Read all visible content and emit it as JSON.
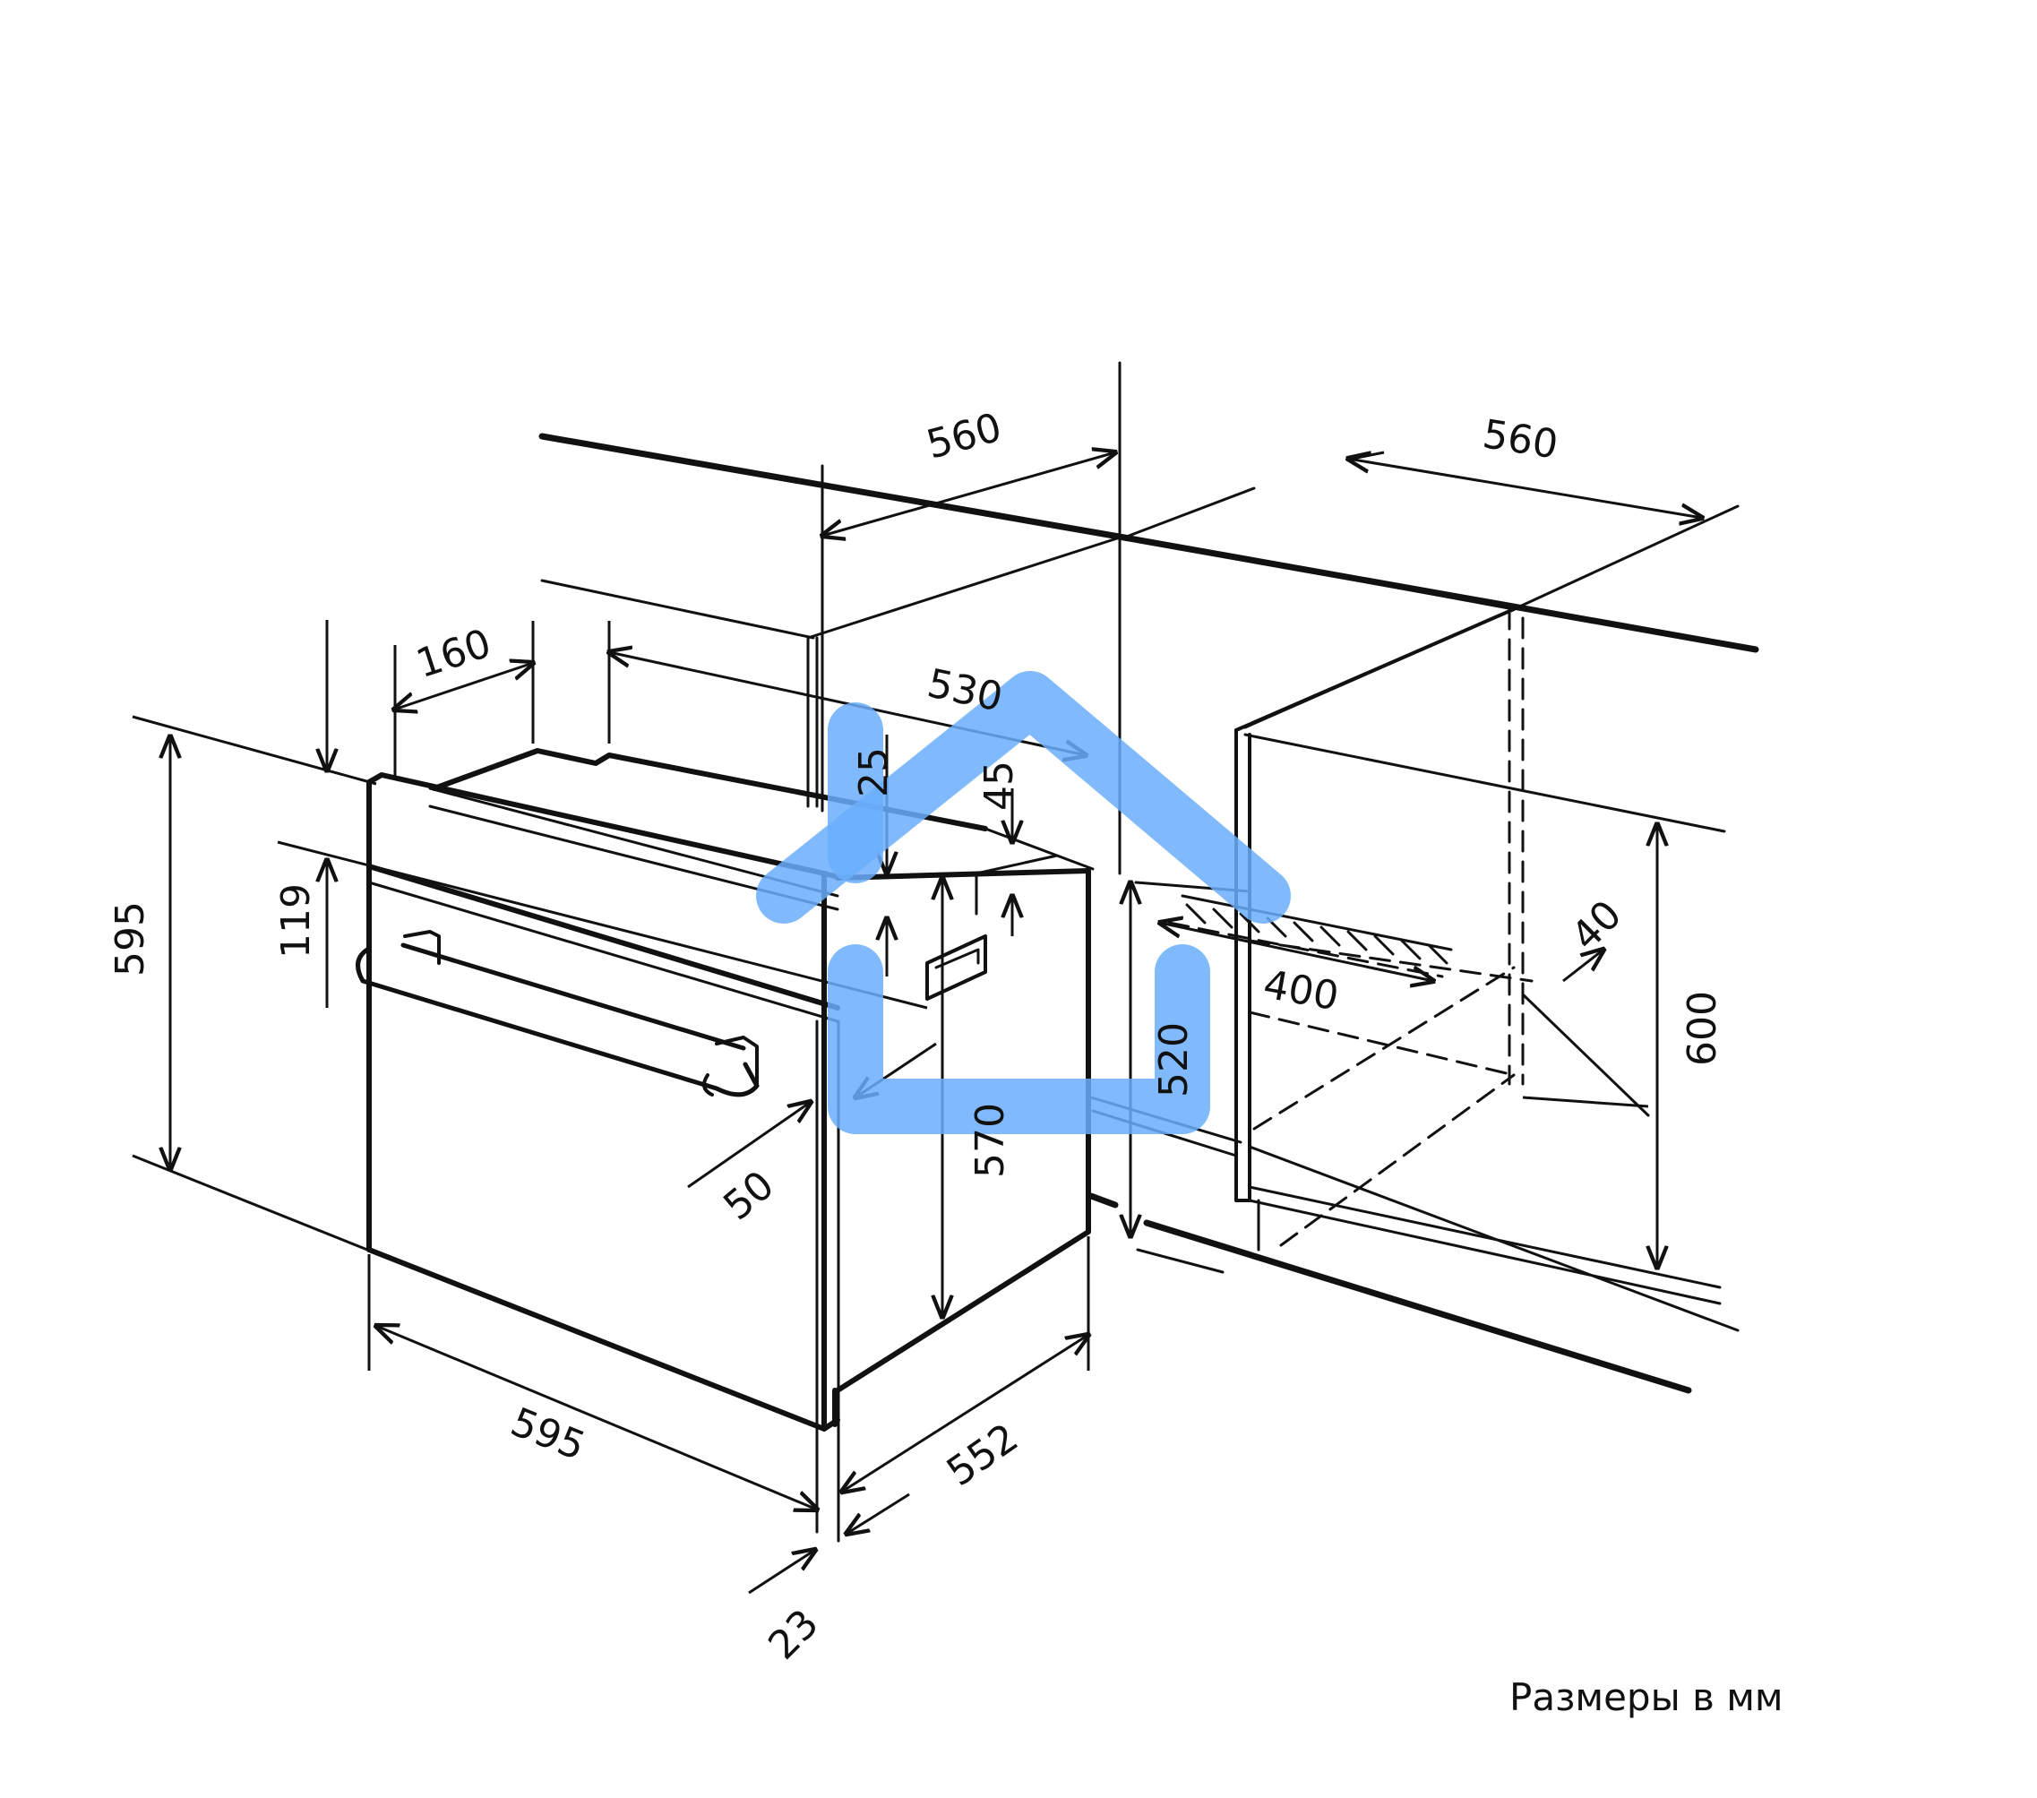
{
  "units_note": "Размеры в мм",
  "watermark_icon": "house-outline-icon",
  "colors": {
    "line": "#111111",
    "watermark": "#6aaefc"
  },
  "dimensions": {
    "niche_width_top_left": "560",
    "niche_width_top_right": "560",
    "niche_depth": "530",
    "ventilation_gap": "160",
    "top_offset": "25",
    "panel_offset": "45",
    "control_panel_height": "119",
    "oven_height_left": "595",
    "oven_width": "595",
    "oven_depth": "552",
    "front_depth": "23",
    "handle_offset": "50",
    "body_height": "570",
    "niche_height_inner": "520",
    "vent_slot_length": "400",
    "vent_slot_depth": "40",
    "niche_height_right": "600"
  }
}
